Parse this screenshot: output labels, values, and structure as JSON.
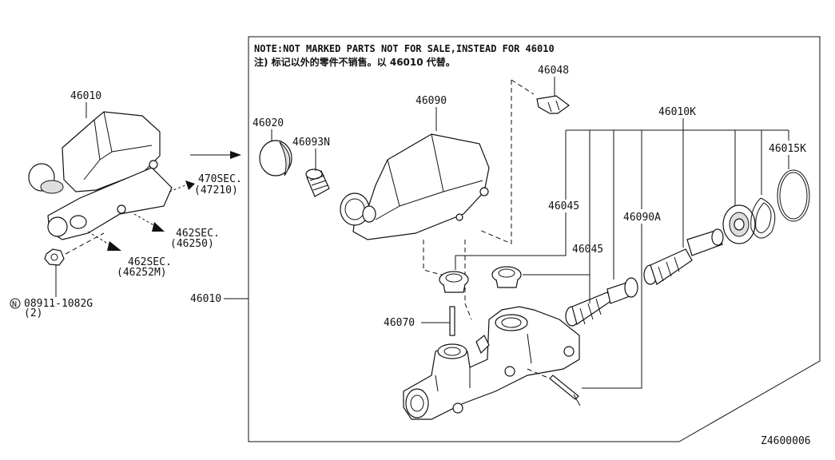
{
  "note": {
    "line1": "NOTE:NOT MARKED PARTS NOT FOR SALE,INSTEAD FOR  46010",
    "line2": "注) 标记以外的零件不销售。以 46010 代替。"
  },
  "left": {
    "assembly_label": "46010",
    "sec470": "470SEC.",
    "sec470_ref": "(47210)",
    "sec462a": "462SEC.",
    "sec462a_ref": "(46250)",
    "sec462b": "462SEC.",
    "sec462b_ref": "(46252M)",
    "nut_symbol": "N",
    "nut_label": "08911-1082G",
    "nut_qty": "(2)"
  },
  "main": {
    "assembly_label": "46010",
    "p46020": "46020",
    "p46093N": "46093N",
    "p46090": "46090",
    "p46048": "46048",
    "p46010K": "46010K",
    "p46015K": "46015K",
    "p46045a": "46045",
    "p46045b": "46045",
    "p46090A": "46090A",
    "p46070": "46070"
  },
  "figure_code": "Z4600006",
  "icons": {
    "arrow": "right-arrow-icon",
    "sec_arrow": "diagonal-arrow-icon",
    "nut_marker": "circled-n-icon"
  }
}
